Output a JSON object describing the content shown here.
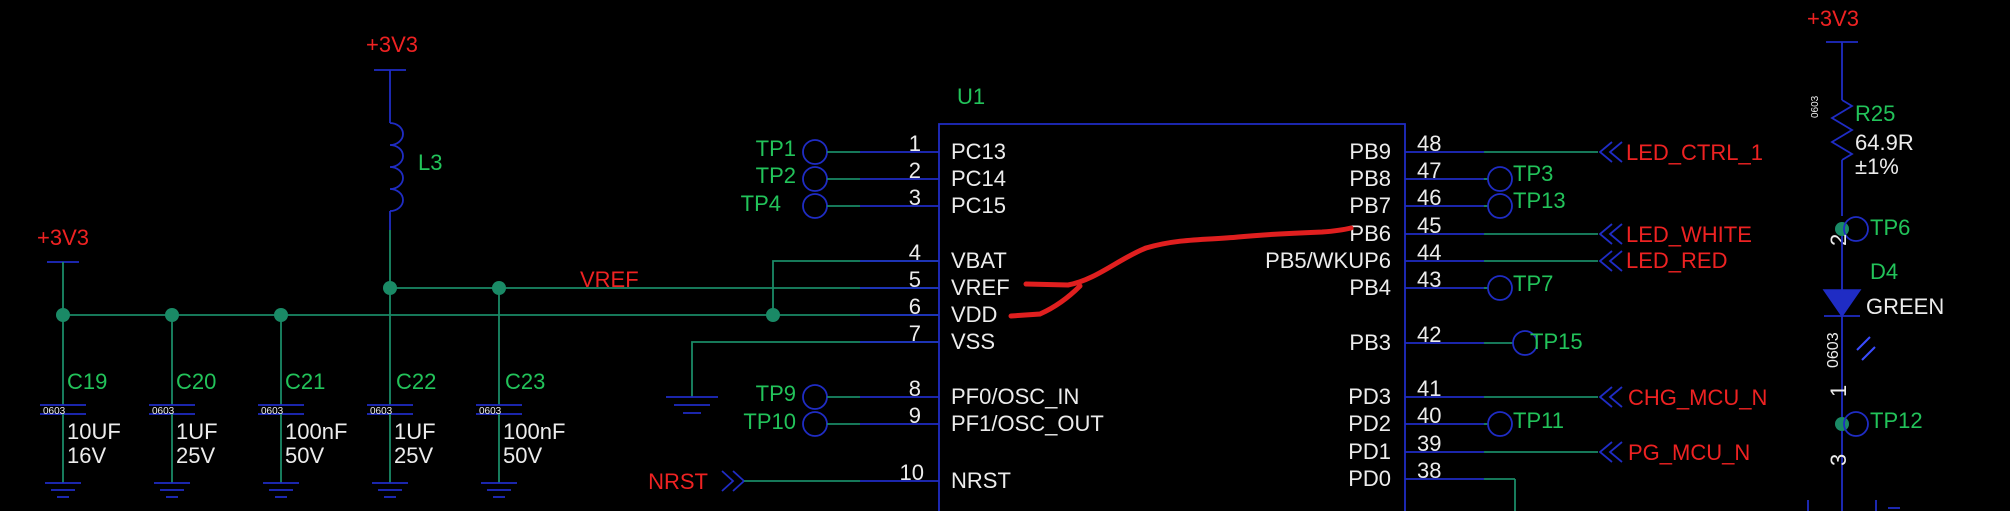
{
  "power": {
    "p3v3_left": "+3V3",
    "p3v3_mid": "+3V3",
    "p3v3_right": "+3V3"
  },
  "net_vref": "VREF",
  "inductor": {
    "ref": "L3"
  },
  "caps": [
    {
      "ref": "C19",
      "pkg": "0603",
      "value": "10UF",
      "voltage": "16V"
    },
    {
      "ref": "C20",
      "pkg": "0603",
      "value": "1UF",
      "voltage": "25V"
    },
    {
      "ref": "C21",
      "pkg": "0603",
      "value": "100nF",
      "voltage": "50V"
    },
    {
      "ref": "C22",
      "pkg": "0603",
      "value": "1UF",
      "voltage": "25V"
    },
    {
      "ref": "C23",
      "pkg": "0603",
      "value": "100nF",
      "voltage": "50V"
    }
  ],
  "u1": {
    "ref": "U1",
    "left_pins": [
      {
        "num": "1",
        "name": "PC13"
      },
      {
        "num": "2",
        "name": "PC14"
      },
      {
        "num": "3",
        "name": "PC15"
      },
      {
        "num": "4",
        "name": "VBAT"
      },
      {
        "num": "5",
        "name": "VREF"
      },
      {
        "num": "6",
        "name": "VDD"
      },
      {
        "num": "7",
        "name": "VSS"
      },
      {
        "num": "8",
        "name": "PF0/OSC_IN"
      },
      {
        "num": "9",
        "name": "PF1/OSC_OUT"
      },
      {
        "num": "10",
        "name": "NRST"
      }
    ],
    "right_pins": [
      {
        "num": "48",
        "name": "PB9"
      },
      {
        "num": "47",
        "name": "PB8"
      },
      {
        "num": "46",
        "name": "PB7"
      },
      {
        "num": "45",
        "name": "PB6"
      },
      {
        "num": "44",
        "name": "PB5/WKUP6"
      },
      {
        "num": "43",
        "name": "PB4"
      },
      {
        "num": "42",
        "name": "PB3"
      },
      {
        "num": "41",
        "name": "PD3"
      },
      {
        "num": "40",
        "name": "PD2"
      },
      {
        "num": "39",
        "name": "PD1"
      },
      {
        "num": "38",
        "name": "PD0"
      }
    ]
  },
  "testpoints": {
    "tp1": "TP1",
    "tp2": "TP2",
    "tp4": "TP4",
    "tp9": "TP9",
    "tp10": "TP10",
    "tp3": "TP3",
    "tp13": "TP13",
    "tp7": "TP7",
    "tp15": "TP15",
    "tp11": "TP11",
    "tp6": "TP6",
    "tp12": "TP12"
  },
  "nets_right": {
    "led_ctrl_1": "LED_CTRL_1",
    "led_white": "LED_WHITE",
    "led_red": "LED_RED",
    "chg_mcu_n": "CHG_MCU_N",
    "pg_mcu_n": "PG_MCU_N"
  },
  "nrst_net": "NRST",
  "r25": {
    "ref": "R25",
    "pkg": "0603",
    "value": "64.9R",
    "tol": "±1%"
  },
  "d4": {
    "ref": "D4",
    "pkg": "0603",
    "color": "GREEN",
    "pin2": "2",
    "pin1": "1",
    "pin3": "3"
  },
  "colors": {
    "wire": "#1a8a66",
    "part": "#1f2cc4",
    "net_label": "#ee2222",
    "designator": "#22c35a",
    "annotation": "#ee2222"
  }
}
